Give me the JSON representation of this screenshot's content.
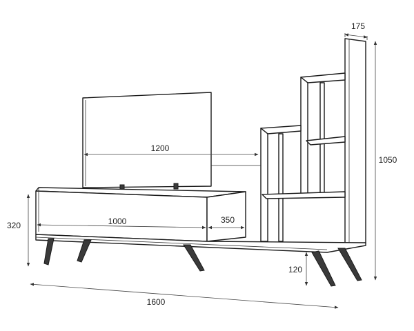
{
  "dimensions": {
    "total_width": "1600",
    "tv_width": "1200",
    "drawer_width": "1000",
    "side_width": "350",
    "depth": "175",
    "tower_height": "1050",
    "cabinet_height": "320",
    "leg_height": "120"
  }
}
